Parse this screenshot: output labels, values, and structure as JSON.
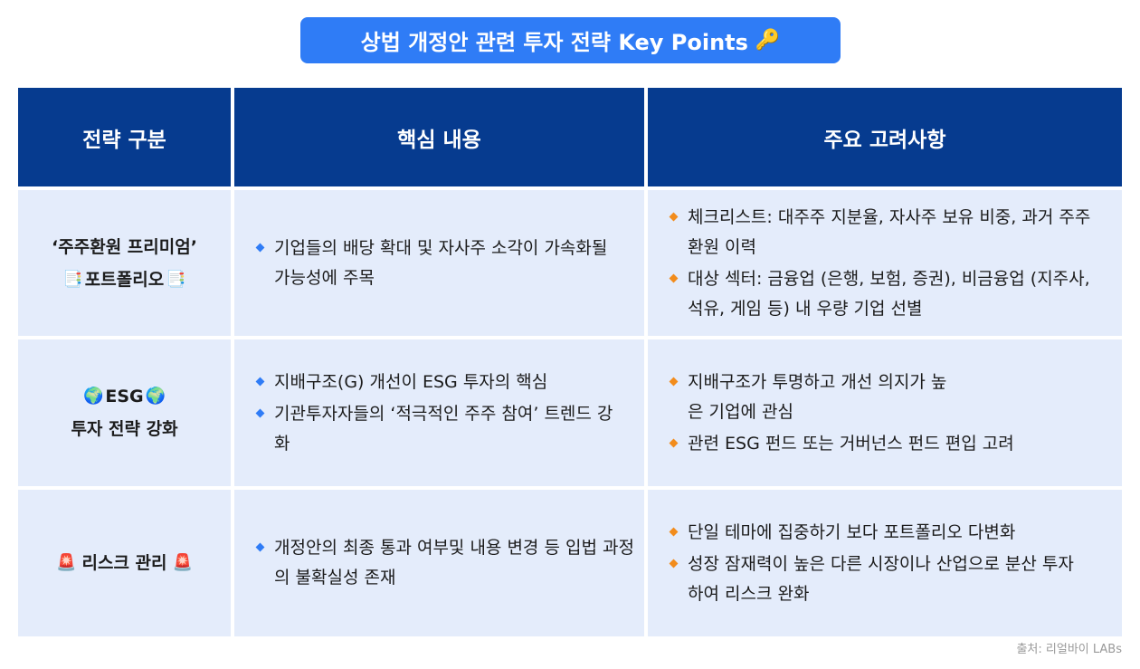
{
  "title": "상법 개정안 관련 투자 전략 Key Points",
  "title_emoji": "🔑",
  "headers": [
    "전략 구분",
    "핵심 내용",
    "주요 고려사항"
  ],
  "rows": [
    {
      "strategy": [
        "‘주주환원 프리미엄’",
        "포트폴리오"
      ],
      "strategy_emoji": "📑",
      "core": [
        "기업들의 배당 확대 및 자사주 소각이 가속화될 가능성에 주목"
      ],
      "considerations": [
        "체크리스트: 대주주 지분율, 자사주 보유 비중, 과거 주주환원 이력",
        "대상 섹터: 금융업 (은행, 보험, 증권), 비금융업 (지주사, 석유, 게임 등) 내 우량 기업 선별"
      ]
    },
    {
      "strategy": [
        "ESG",
        "투자 전략 강화"
      ],
      "strategy_emoji": "🌍",
      "core": [
        "지배구조(G) 개선이 ESG 투자의 핵심",
        "기관투자자들의 ‘적극적인 주주 참여’ 트렌드 강화"
      ],
      "considerations": [
        "지배구조가 투명하고 개선 의지가 높은 기업에 관심",
        "관련 ESG 펀드 또는 거버넌스 펀드 편입 고려"
      ]
    },
    {
      "strategy": [
        "리스크 관리"
      ],
      "strategy_emoji": "🚨",
      "core": [
        "개정안의 최종 통과 여부및 내용 변경 등 입법 과정의 불확실성 존재"
      ],
      "considerations": [
        "단일 테마에 집중하기 보다 포트폴리오 다변화",
        "성장 잠재력이 높은 다른 시장이나 산업으로 분산 투자하여 리스크 완화"
      ]
    }
  ],
  "source": "출처: 리얼바이 LABs",
  "colors": {
    "title_bg": "#2f7cf6",
    "header_bg": "#063b8f",
    "cell_bg": "#e4ecfb",
    "bullet_core": "#2f7cf6",
    "bullet_consider": "#f28c1c"
  }
}
